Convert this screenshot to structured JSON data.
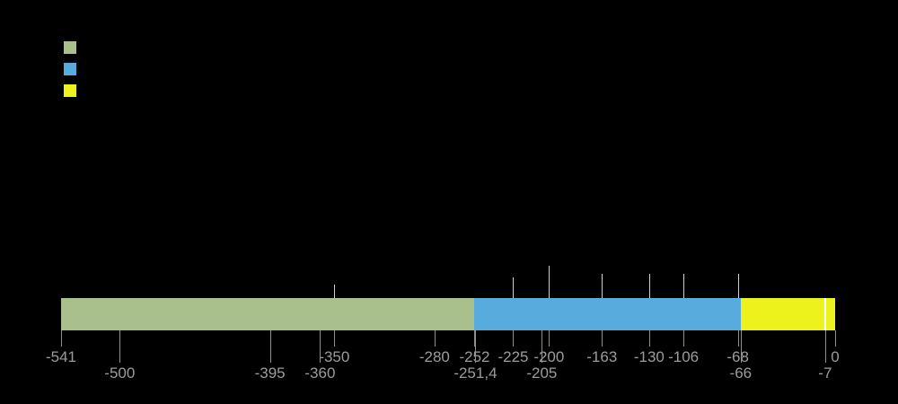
{
  "legend": {
    "items": [
      {
        "name": "legend-swatch-era-1",
        "color": "#a9c08c"
      },
      {
        "name": "legend-swatch-era-2",
        "color": "#58abdd"
      },
      {
        "name": "legend-swatch-era-3",
        "color": "#edf11c"
      }
    ]
  },
  "chart_data": {
    "type": "bar",
    "subtype": "horizontal-timeline",
    "x_range": [
      -541,
      0
    ],
    "segments": [
      {
        "start": -541,
        "end": -252,
        "color": "#a9c08c"
      },
      {
        "start": -252,
        "end": -66,
        "color": "#58abdd"
      },
      {
        "start": -66,
        "end": 0,
        "color": "#edf11c"
      }
    ],
    "tick_labels_row1": [
      {
        "value": -541,
        "label": "-541"
      },
      {
        "value": -350,
        "label": "-350"
      },
      {
        "value": -280,
        "label": "-280"
      },
      {
        "value": -252,
        "label": "-252"
      },
      {
        "value": -225,
        "label": "-225"
      },
      {
        "value": -200,
        "label": "-200"
      },
      {
        "value": -163,
        "label": "-163"
      },
      {
        "value": -130,
        "label": "-130"
      },
      {
        "value": -106,
        "label": "-106"
      },
      {
        "value": -68,
        "label": "-68"
      },
      {
        "value": 0,
        "label": "0"
      }
    ],
    "tick_labels_row2": [
      {
        "value": -500,
        "label": "-500"
      },
      {
        "value": -395,
        "label": "-395"
      },
      {
        "value": -360,
        "label": "-360"
      },
      {
        "value": -251.4,
        "label": "-251,4"
      },
      {
        "value": -205,
        "label": "-205"
      },
      {
        "value": -66,
        "label": "-66"
      },
      {
        "value": -7,
        "label": "-7"
      }
    ],
    "event_markers": [
      {
        "value": -350,
        "height": 15
      },
      {
        "value": -225,
        "height": 23
      },
      {
        "value": -200,
        "height": 36
      },
      {
        "value": -163,
        "height": 27
      },
      {
        "value": -130,
        "height": 27
      },
      {
        "value": -106,
        "height": 27
      },
      {
        "value": -68,
        "height": 27
      }
    ],
    "bar_inner_markers": [
      {
        "value": -7,
        "color": "#ffffff"
      }
    ],
    "colors": {
      "background": "#000000",
      "tick": "#8f8f8f",
      "label": "#9c9c9c",
      "event_marker": "#cfcfcf"
    },
    "grid": false,
    "legend_position": "top-left"
  }
}
